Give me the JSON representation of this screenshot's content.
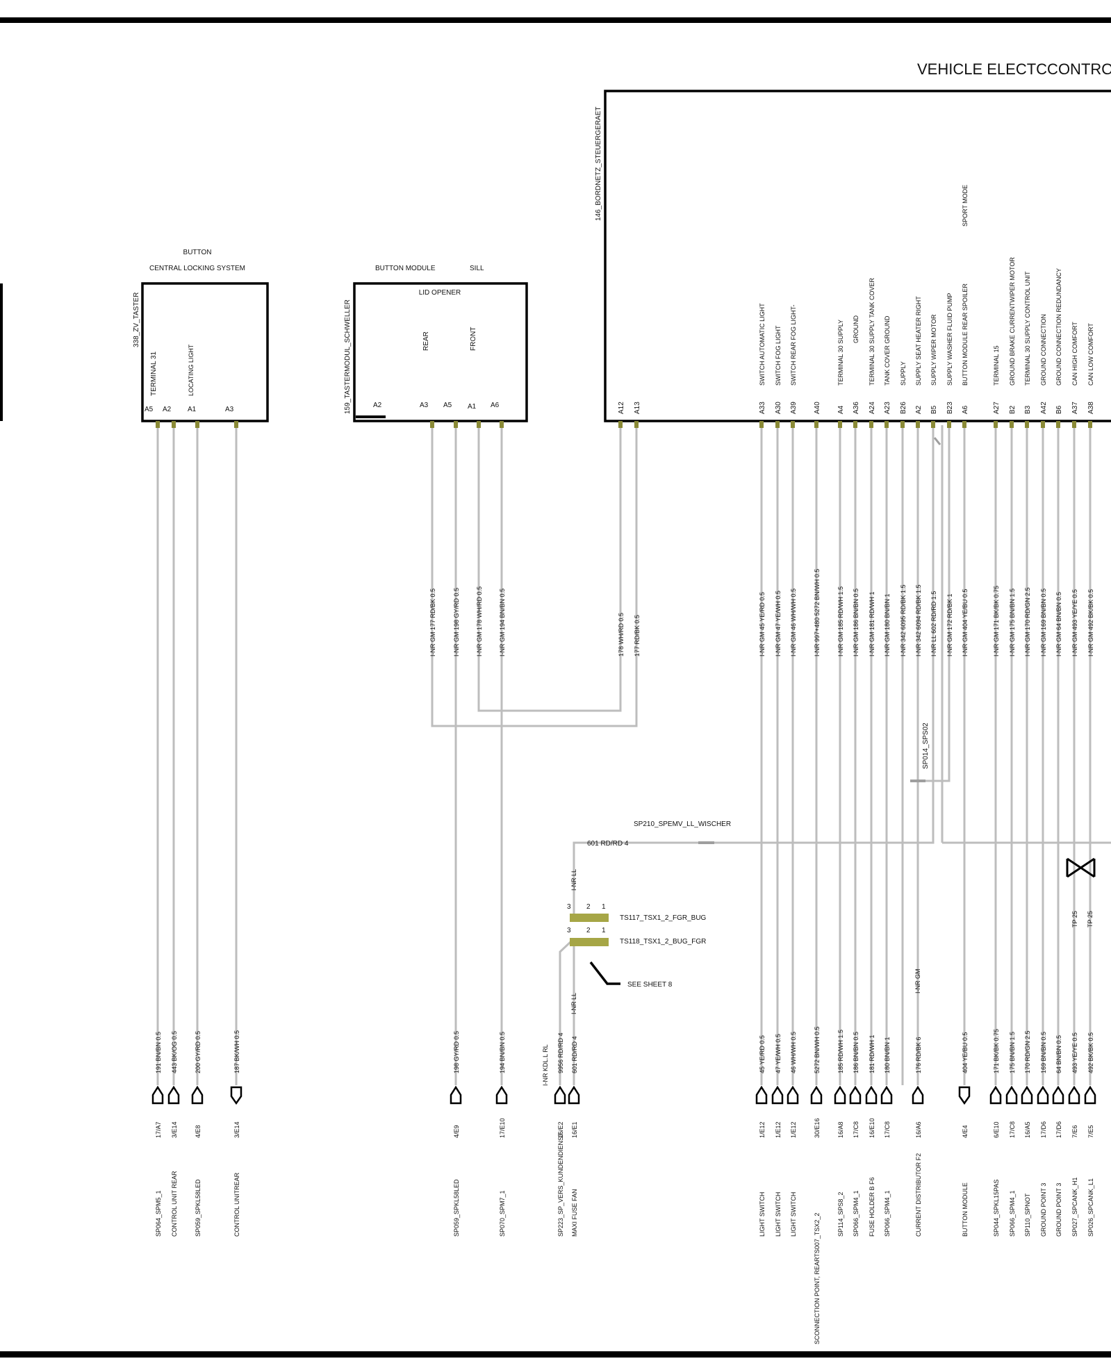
{
  "title": "VEHICLE ELECTCCONTROL SY",
  "components": [
    {
      "id": "zv",
      "ref": "338_ZV_TASTER",
      "header": [
        "BUTTON",
        "CENTRAL LOCKING SYSTEM"
      ],
      "functions": [
        "TERMINAL 31",
        "LOCATING LIGHT"
      ],
      "pins": [
        "A5",
        "A2",
        "A1",
        "A3"
      ]
    },
    {
      "id": "sill",
      "ref": "159_TASTERMODUL_SCHWELLER",
      "header": [
        "BUTTON MODULE",
        "SILL"
      ],
      "inner": "LID OPENER",
      "functions": [
        "REAR",
        "FRONT"
      ],
      "pins": [
        "A2",
        "A3",
        "A5",
        "A1",
        "A6"
      ]
    },
    {
      "id": "bcm",
      "ref": "146_BORDNETZ_STEUERGERAET",
      "pins": [
        "A12",
        "A13",
        "A33",
        "A30",
        "A39",
        "A40",
        "A4",
        "A36",
        "A24",
        "A23",
        "B26",
        "A2",
        "B5",
        "B23",
        "A6",
        "A27",
        "B2",
        "B3",
        "A42",
        "B6",
        "A37",
        "A38"
      ],
      "functions": [
        "SWITCH  AUTOMATIC  LIGHT",
        "SWITCH  FOG LIGHT",
        "SWITCH  REAR FOG LIGHT-",
        "TERMINAL 30  SUPPLY",
        "GROUND",
        "TERMINAL 30   SUPPLY  TANK COVER",
        "TANK COVER   GROUND",
        "SUPPLY",
        "SUPPLY SEAT HEATER  RIGHT",
        "SUPPLY  WIPER MOTOR",
        "SUPPLY WASHER FLUID PUMP",
        "BUTTON  MODULE   REAR SPOILER",
        "SPORT MODE",
        "TERMINAL 15",
        "GROUND BRAKE CURRENTWIPER MOTOR",
        "TERMINAL 30   SUPPLY   CONTROL UNIT",
        "GROUND CONNECTION",
        "GROUND CONNECTION      REDUNDANCY",
        "CAN HIGH      COMFORT",
        "CAN LOW       COMFORT"
      ]
    }
  ],
  "wires_top": [
    "I-NR GM 177 RD/BK 0.5",
    "I-NR GM 198 GY/RD 0.5",
    "I-NR GM 178 WH/RD 0.5",
    "I-NR GM 194 BN/BN 0.5",
    "178 WH/RD 0.5",
    "177 RD/BK 0.5",
    "I-NR GM 45 YE/RD 0.5",
    "I-NR GM 47 YE/WH 0.5",
    "I-NR GM 46 WH/WH 0.5",
    "I-NR 997+480 5272 BN/WH 0.5",
    "I-NR GM 185 RD/WH 1.5",
    "I-NR GM 186 BN/BN 0.5",
    "I-NR GM 181 RD/WH 1",
    "I-NR GM 180 BN/BN 1",
    "I-NR 342 6095 RD/BK 1.5",
    "I-NR 342 6094 RD/BK 1.5",
    "I-NR LL 602 RD/RD 1.5",
    "I-NR GM 172 RD/BK 1",
    "I-NR GM 404 YE/BU 0.5",
    "I-NR GM 171 BK/BK 0.75",
    "I-NR GM 175 BN/BN 1.5",
    "I-NR GM 170 RD/GN 2.5",
    "I-NR GM 169 BN/BN 0.5",
    "I-NR GM 64 BN/BN 0.5",
    "I-NR GM 493 YE/YE 0.5",
    "I-NR GM 492 BK/BK 0.5"
  ],
  "splices": {
    "sp014": "SP014_SPS02",
    "sp210": "SP210_SPEMV_LL_WISCHER",
    "sp210_wire": "601 RD/RD 4"
  },
  "terminals": {
    "ts117": "TS117_TSX1_2_FGR_BUG",
    "ts118": "TS118_TSX1_2_BUG_FGR",
    "pins": [
      "3",
      "2",
      "1"
    ],
    "see_sheet": "SEE SHEET 8"
  },
  "inline_labels": {
    "inr_gm": "I-NR GM",
    "inr_ll": "I-NR LL",
    "tp25": "TP 25",
    "inr_kdl": "I-NR KDL.L RL"
  },
  "bottom": [
    {
      "wire": "191 BN/BN 0.5",
      "grid": "17/A7",
      "dest": "SP064_SPM5_1",
      "shape": "flag"
    },
    {
      "wire": "443 BK/OG 0.5",
      "grid": "3/E14",
      "dest": "CONTROL UNIT REAR",
      "shape": "flag"
    },
    {
      "wire": "200 GY/RD 0.5",
      "grid": "4/E8",
      "dest": "SP059_SPKL58LED",
      "shape": "flag"
    },
    {
      "wire": "187 BK/WH 0.5",
      "grid": "3/E14",
      "dest": "CONTROL UNITREAR",
      "shape": "down"
    },
    {
      "wire": "198 GY/RD 0.5",
      "grid": "4/E9",
      "dest": "SP059_SPKL58LED",
      "shape": "flag"
    },
    {
      "wire": "194 BN/BN 0.5",
      "grid": "17/E10",
      "dest": "SP070_SPM7_1",
      "shape": "flag"
    },
    {
      "wire": "9956 RD/RD 4",
      "grid": "16/E2",
      "dest": "SP223_SP_VERS_KUNDENDIENST",
      "shape": "flag"
    },
    {
      "wire": "601 RD/RD 4",
      "grid": "16/E1",
      "dest": "MAXI FUSE    FAN",
      "shape": "flag"
    },
    {
      "wire": "45 YE/RD 0.5",
      "grid": "1/E12",
      "dest": "LIGHT SWITCH",
      "shape": "flag"
    },
    {
      "wire": "47 YE/WH 0.5",
      "grid": "1/E12",
      "dest": "LIGHT SWITCH",
      "shape": "flag"
    },
    {
      "wire": "46 WH/WH 0.5",
      "grid": "1/E12",
      "dest": "LIGHT SWITCH",
      "shape": "flag"
    },
    {
      "wire": "5272 BN/WH 0.5",
      "grid": "30/E16",
      "dest": "SCONNECTION POINT, REARTS007_TSX2_2",
      "shape": "flag"
    },
    {
      "wire": "185 RD/WH 1.5",
      "grid": "16/A8",
      "dest": "SP114_SPS8_2",
      "shape": "flag"
    },
    {
      "wire": "186 BN/BN 0.5",
      "grid": "17/C8",
      "dest": "SP066_SPM4_1",
      "shape": "flag"
    },
    {
      "wire": "181 RD/WH 1",
      "grid": "16/E10",
      "dest": "FUSE HOLDER B  F6",
      "shape": "flag"
    },
    {
      "wire": "180 BN/BN 1",
      "grid": "17/C8",
      "dest": "SP066_SPM4_1",
      "shape": "flag"
    },
    {
      "wire": "176 RD/BK 6",
      "grid": "16/A6",
      "dest": "CURRENT DISTRIBUTOR F2",
      "shape": "flag"
    },
    {
      "wire": "404 YE/BU 0.5",
      "grid": "4/E4",
      "dest": "BUTTON  MODULE",
      "shape": "down"
    },
    {
      "wire": "171 BK/BK 0.75",
      "grid": "6/E10",
      "dest": "SP044_SPKL15PAS",
      "shape": "flag"
    },
    {
      "wire": "175 BN/BN 1.5",
      "grid": "17/C8",
      "dest": "SP066_SPM4_1",
      "shape": "flag"
    },
    {
      "wire": "170 RD/GN 2.5",
      "grid": "16/A5",
      "dest": "SP110_SPNOT",
      "shape": "flag"
    },
    {
      "wire": "169 BN/BN 0.5",
      "grid": "17/D6",
      "dest": "GROUND POINT 3",
      "shape": "flag"
    },
    {
      "wire": "64 BN/BN 0.5",
      "grid": "17/D6",
      "dest": "GROUND POINT 3",
      "shape": "flag"
    },
    {
      "wire": "493 YE/YE 0.5",
      "grid": "7/E6",
      "dest": "SP027_SPCANK_H1",
      "shape": "flag"
    },
    {
      "wire": "492 BK/BK 0.5",
      "grid": "7/E5",
      "dest": "SP026_SPCANK_L1",
      "shape": "flag"
    }
  ]
}
